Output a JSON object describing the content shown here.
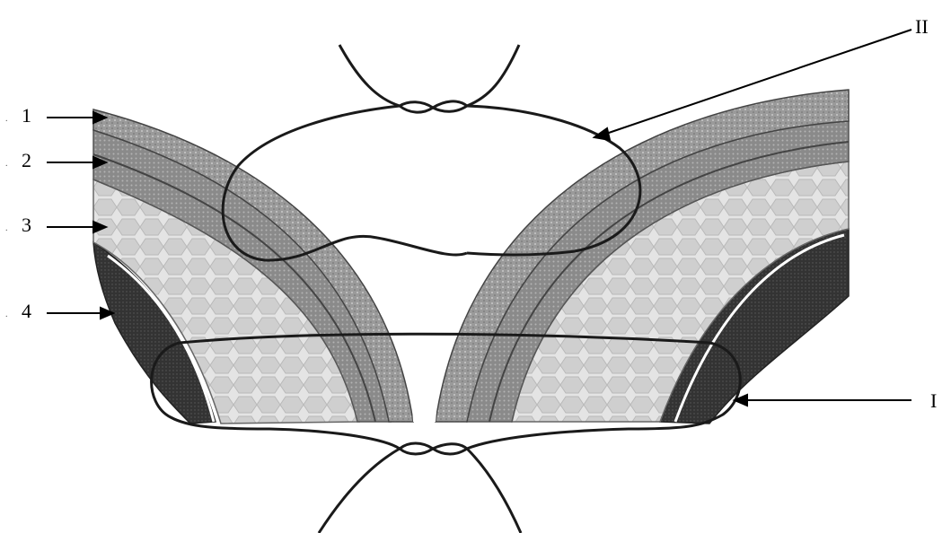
{
  "labels": {
    "layer_1": "1",
    "layer_2": "2",
    "layer_3": "3",
    "layer_4": "4",
    "suture_I": "I",
    "suture_II": "II"
  },
  "colors": {
    "ink": "#111111",
    "skin": "#9c9c9c",
    "dermis": "#7a7a7a",
    "fat": "#d9d9d9",
    "muscle": "#3a3a3a",
    "paper": "#ffffff"
  }
}
